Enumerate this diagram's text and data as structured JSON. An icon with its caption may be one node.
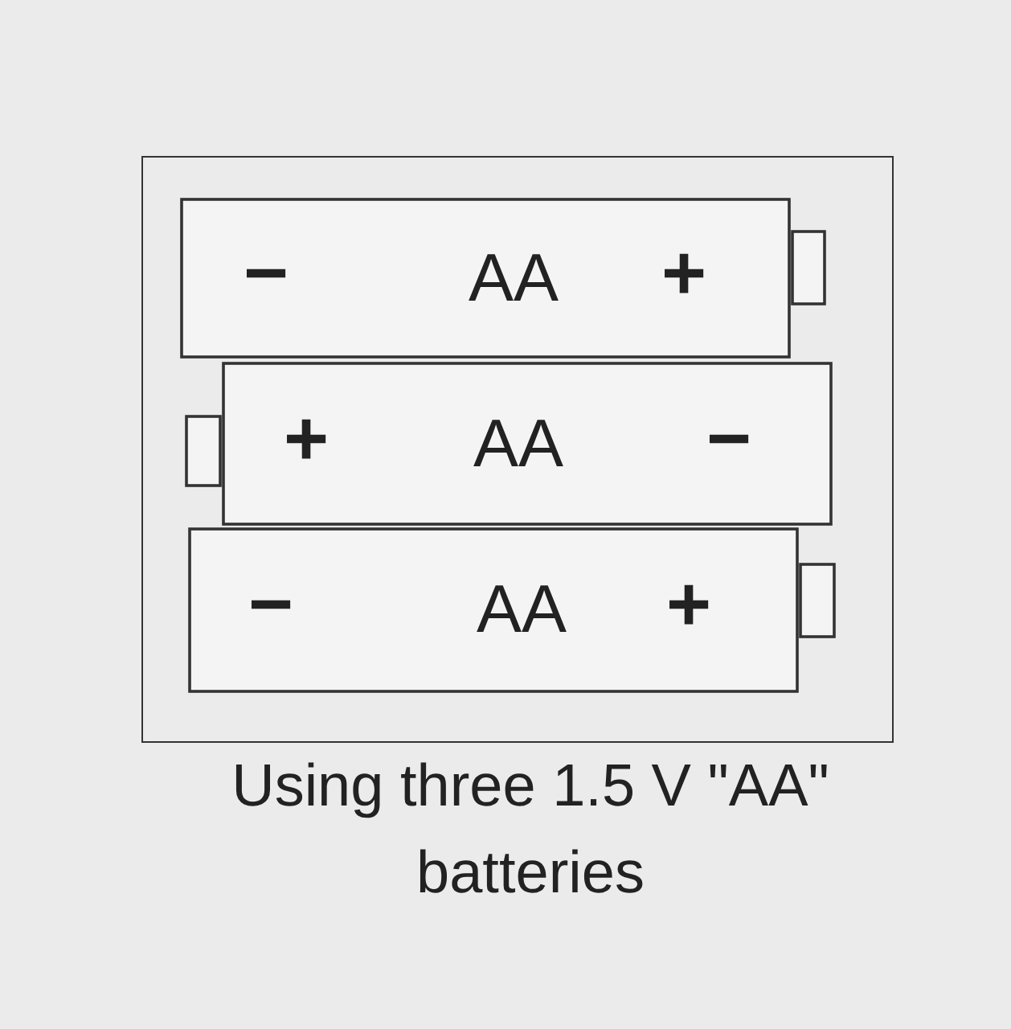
{
  "diagram": {
    "caption": "Using three 1.5 V \"AA\" batteries",
    "nodes": [
      {
        "text": [],
        "shape": "box"
      },
      {
        "text": [
          "−",
          "AA",
          "+"
        ],
        "in": 0
      },
      {
        "text": [
          "+",
          "AA",
          "−"
        ],
        "in": 0
      },
      {
        "text": [
          "−",
          "AA",
          "+"
        ],
        "in": 0
      }
    ],
    "edges": []
  }
}
